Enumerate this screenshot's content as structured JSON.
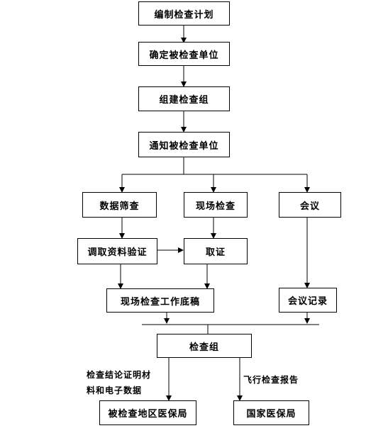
{
  "nodes": {
    "plan": "编制检查计划",
    "confirm_unit": "确定被检查单位",
    "form_team": "组建检查组",
    "notify_unit": "通知被检查单位",
    "data_screening": "数据筛查",
    "onsite_check": "现场检查",
    "meeting": "会议",
    "retrieve_materials": "调取资料验证",
    "evidence": "取证",
    "onsite_draft": "现场检查工作底稿",
    "meeting_record": "会议记录",
    "inspection_team": "检查组",
    "local_bureau": "被检查地区医保局",
    "national_bureau": "国家医保局"
  },
  "edge_labels": {
    "left_line1": "检查结论证明材",
    "left_line2": "料和电子数据",
    "right": "飞行检查报告"
  }
}
